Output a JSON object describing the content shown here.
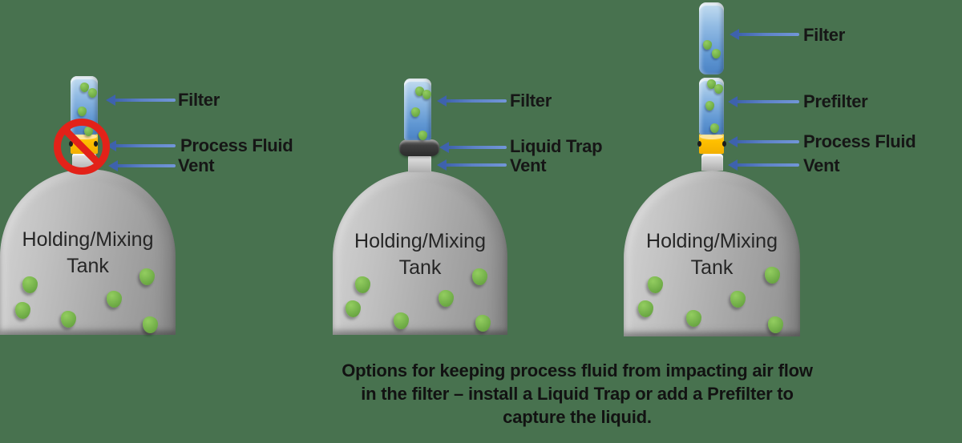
{
  "background_color": "#48724F",
  "colors": {
    "arrow_blue": "#4472C4",
    "arrowhead_blue": "#3E62AD",
    "droplet_green": "#70AD47",
    "process_fluid_yellow": "#FFC000",
    "prohibition_red": "#E32219",
    "filter_blue": "#5B9BD5",
    "tank_gray": "#ABABAB",
    "trap_dark": "#404040",
    "label_text": "#161616"
  },
  "diagrams": [
    {
      "name": "no-protection",
      "tank_label": "Holding/Mixing Tank",
      "prohibition": true,
      "labels": [
        {
          "text": "Filter"
        },
        {
          "text": "Process Fluid"
        },
        {
          "text": "Vent"
        }
      ]
    },
    {
      "name": "liquid-trap-option",
      "tank_label": "Holding/Mixing Tank",
      "prohibition": false,
      "labels": [
        {
          "text": "Filter"
        },
        {
          "text": "Liquid Trap"
        },
        {
          "text": "Vent"
        }
      ]
    },
    {
      "name": "prefilter-option",
      "tank_label": "Holding/Mixing Tank",
      "prohibition": false,
      "labels": [
        {
          "text": "Filter"
        },
        {
          "text": "Prefilter"
        },
        {
          "text": "Process Fluid"
        },
        {
          "text": "Vent"
        }
      ]
    }
  ],
  "caption_lines": [
    "Options for keeping process fluid from impacting air flow",
    "in the filter – install a Liquid Trap or add a Prefilter to",
    "capture the liquid."
  ]
}
